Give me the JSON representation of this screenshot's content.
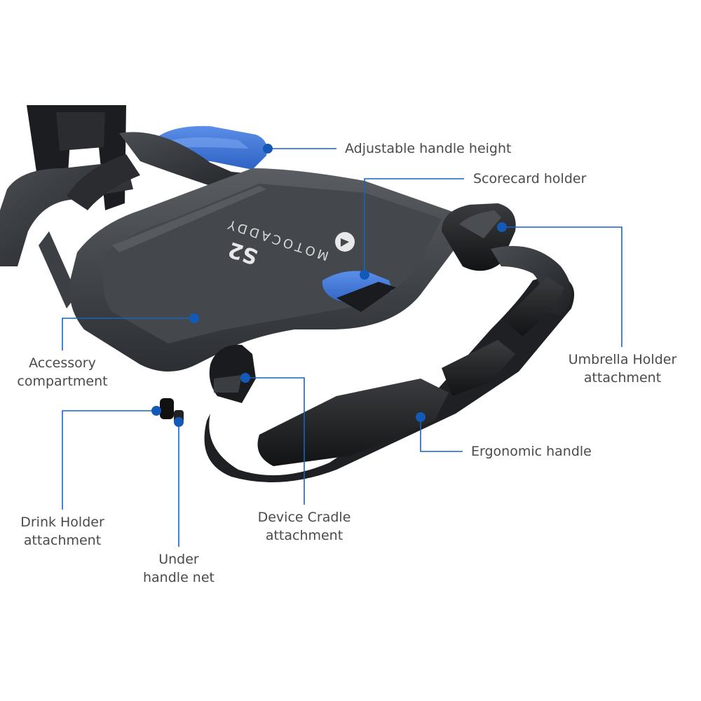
{
  "brand": {
    "name": "MOTOCADDY",
    "model": "S2",
    "accent_color": "#1565c0",
    "marker_color": "#1259b8",
    "line_color": "#1565c0",
    "text_color": "#4a4a4a"
  },
  "callouts": [
    {
      "id": "adjustable-handle-height",
      "lines": [
        "Adjustable handle height"
      ]
    },
    {
      "id": "scorecard-holder",
      "lines": [
        "Scorecard holder"
      ]
    },
    {
      "id": "umbrella-holder-attachment",
      "lines": [
        "Umbrella Holder",
        "attachment"
      ]
    },
    {
      "id": "accessory-compartment",
      "lines": [
        "Accessory",
        "compartment"
      ]
    },
    {
      "id": "ergonomic-handle",
      "lines": [
        "Ergonomic handle"
      ]
    },
    {
      "id": "drink-holder-attachment",
      "lines": [
        "Drink Holder",
        "attachment"
      ]
    },
    {
      "id": "device-cradle-attachment",
      "lines": [
        "Device Cradle",
        "attachment"
      ]
    },
    {
      "id": "under-handle-net",
      "lines": [
        "Under",
        "handle net"
      ]
    }
  ]
}
